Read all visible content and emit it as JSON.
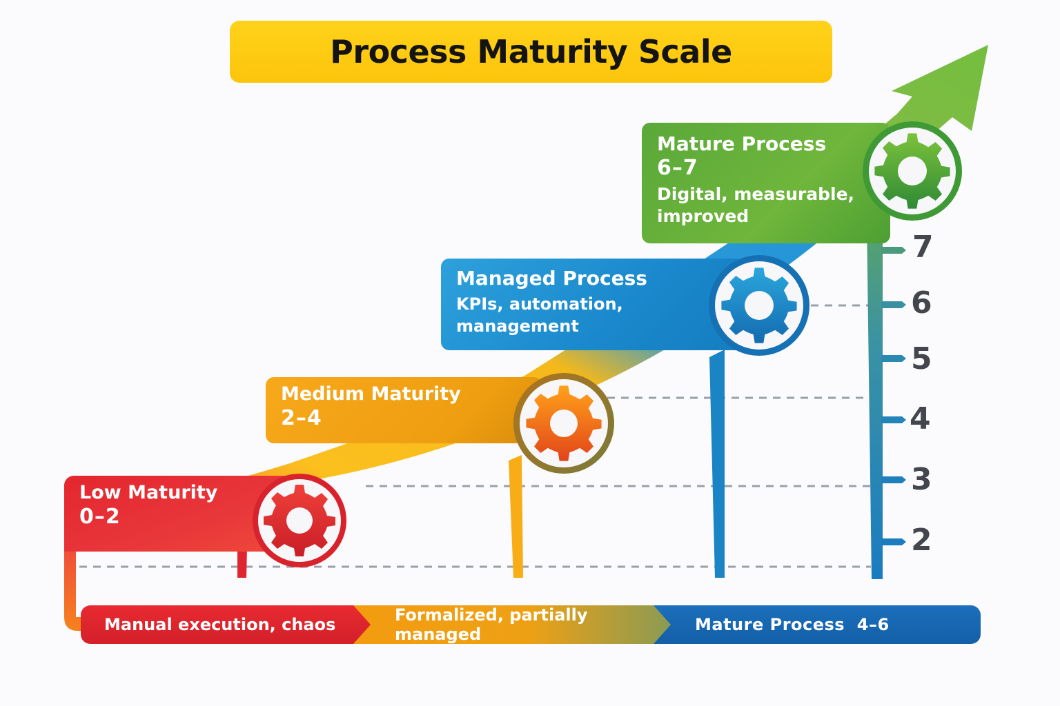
{
  "title": "Process Maturity Scale",
  "stages": [
    {
      "id": "low",
      "title": "Low Maturity",
      "range": "0–2",
      "description": "",
      "color": "#e4262f",
      "icon": "gear-icon"
    },
    {
      "id": "medium",
      "title": "Medium Maturity",
      "range": "2–4",
      "description": "",
      "color": "#f39c10",
      "icon": "gear-icon"
    },
    {
      "id": "managed",
      "title": "Managed Process",
      "range": "",
      "description_lines": [
        "KPIs, automation,",
        "management"
      ],
      "color": "#1a88cc",
      "icon": "gear-icon"
    },
    {
      "id": "mature",
      "title": "Mature Process",
      "range": "6–7",
      "description_lines": [
        "Digital, measurable,",
        "improved"
      ],
      "color": "#5aa83a",
      "icon": "gear-icon"
    }
  ],
  "bottom_bar": {
    "segments": [
      {
        "label": "Manual execution, chaos",
        "color": "#e82a31"
      },
      {
        "label": "Formalized, partially managed",
        "color": "#f39c10"
      },
      {
        "label": "Mature Process  4–6",
        "color": "#1b6fbb"
      }
    ]
  },
  "scale": {
    "ticks": [
      "7",
      "6",
      "5",
      "4",
      "3",
      "2"
    ]
  },
  "arrow": {
    "icon": "trend-up-arrow-icon",
    "colors": [
      "#f04a3a",
      "#fbbd12",
      "#1a8fd6",
      "#6cbb35"
    ]
  }
}
